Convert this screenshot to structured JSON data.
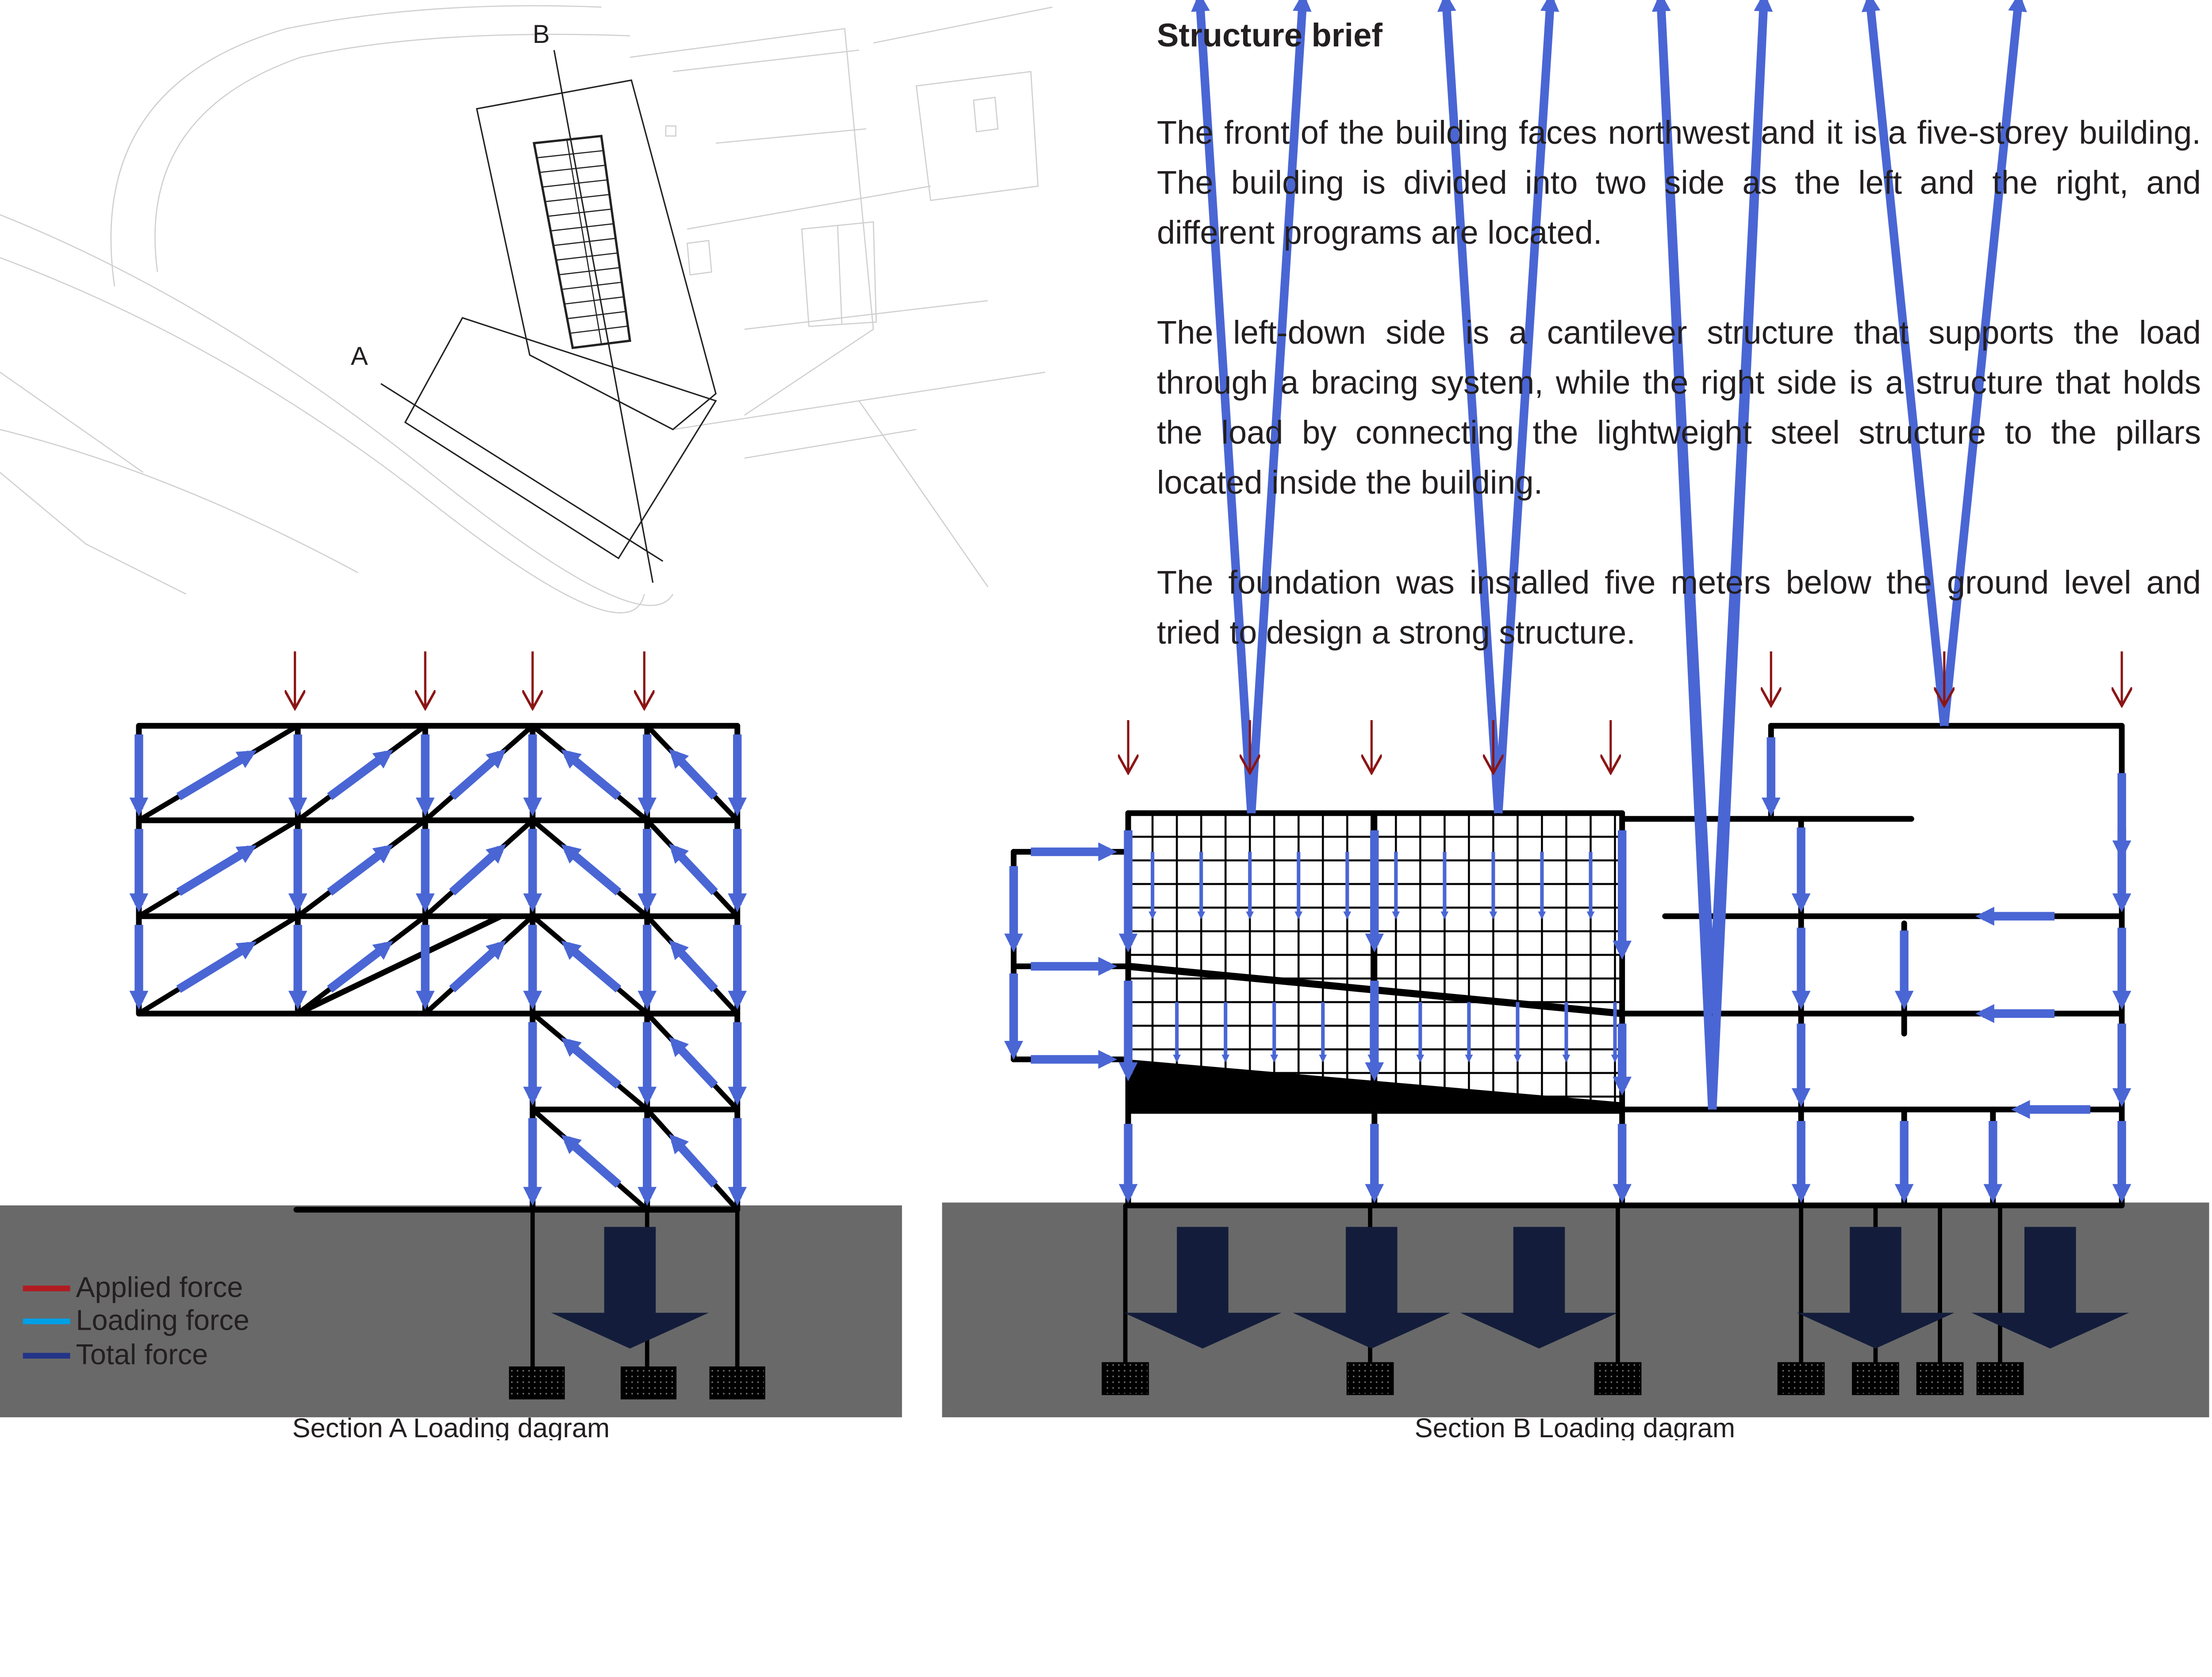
{
  "site_plan": {
    "label_a": "A",
    "label_b": "B"
  },
  "brief": {
    "title": "Structure brief",
    "paragraphs": [
      "The front of the building faces northwest and it is a five-storey building. The building is divided into two side as the left and the right, and different programs are located.",
      "The left-down side is a cantilever structure that supports the load through a bracing system, while the right side is a structure that holds the load by connecting the lightweight steel structure to the pillars located inside the building.",
      "The foundation was installed five meters below the ground level and tried to design a strong structure."
    ]
  },
  "legend": {
    "items": [
      {
        "label": "Applied force",
        "color": "#b01c22"
      },
      {
        "label": "Loading force",
        "color": "#00a0e6"
      },
      {
        "label": "Total force",
        "color": "#233588"
      }
    ]
  },
  "section_a": {
    "caption": "Section A Loading dagram"
  },
  "section_b": {
    "caption": "Section B Loading dagram"
  },
  "colors": {
    "applied_arrow": "#8b1515",
    "loading_arrow": "#4a66d4",
    "total_arrow": "#131d3b",
    "ground": "#696969",
    "structure": "#000000"
  }
}
